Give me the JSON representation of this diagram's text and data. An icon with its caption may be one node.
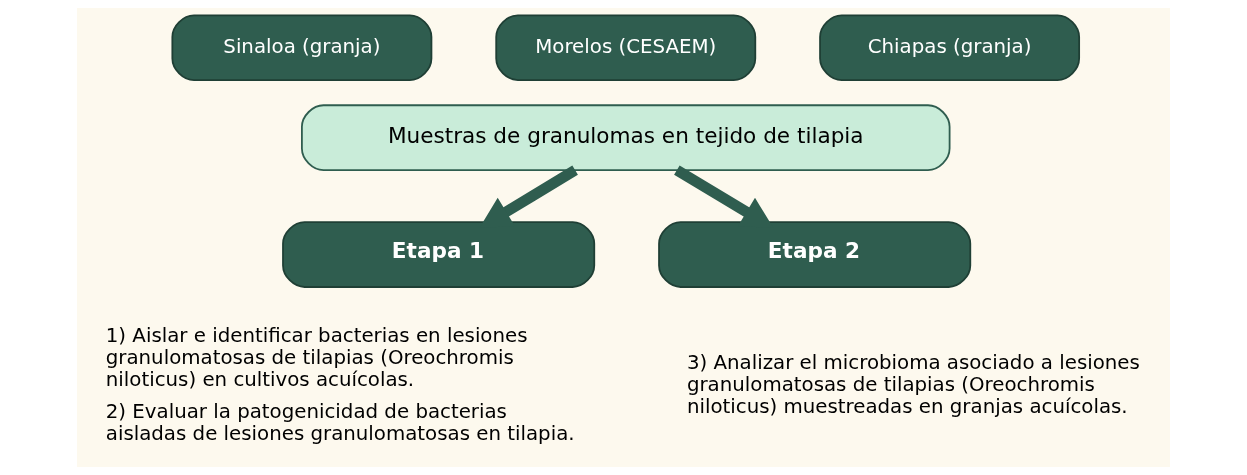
{
  "diagram": {
    "nodes": [
      {
        "text": [
          "Sinaloa (granja)"
        ]
      },
      {
        "text": [
          "Morelos (CESAEM)"
        ]
      },
      {
        "text": [
          "Chiapas (granja)"
        ]
      },
      {
        "text": [
          "Muestras de granulomas en tejido de tilapia"
        ]
      },
      {
        "text": [
          "Etapa 1"
        ],
        "beside": [
          "1) Aislar e identificar bacterias en lesiones granulomatosas de tilapias (Oreochromis niloticus) en cultivos acuícolas.",
          "2) Evaluar la patogenicidad de bacterias aisladas de lesiones granulomatosas en tilapia."
        ]
      },
      {
        "text": [
          "Etapa 2"
        ],
        "beside": [
          "3) Analizar el microbioma asociado a lesiones granulomatosas de tilapias (Oreochromis niloticus) muestreadas en granjas acuícolas."
        ]
      }
    ],
    "edges": [
      {
        "from": 3,
        "to": 4,
        "arrow": "to"
      },
      {
        "from": 3,
        "to": 5,
        "arrow": "to"
      }
    ]
  }
}
